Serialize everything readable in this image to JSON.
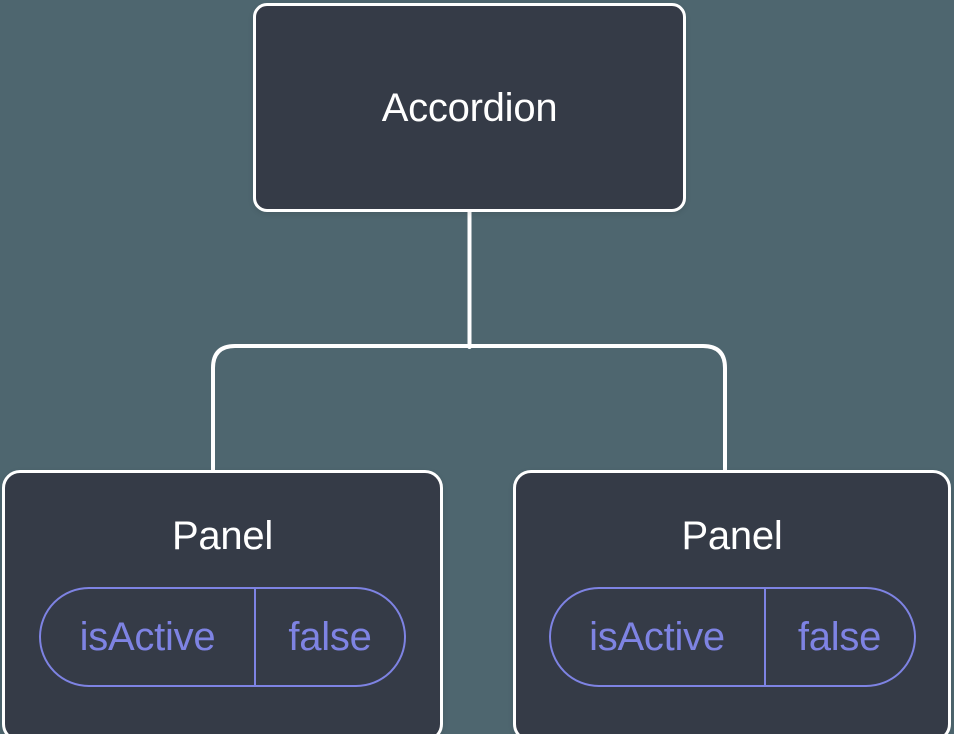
{
  "diagram": {
    "root_node": {
      "label": "Accordion"
    },
    "panels": [
      {
        "label": "Panel",
        "state": {
          "name": "isActive",
          "value": "false"
        }
      },
      {
        "label": "Panel",
        "state": {
          "name": "isActive",
          "value": "false"
        }
      }
    ],
    "colors": {
      "background": "#4E666F",
      "node_fill": "#353B47",
      "node_border": "#FFFFFF",
      "accent_purple": "#7E83E3"
    }
  }
}
